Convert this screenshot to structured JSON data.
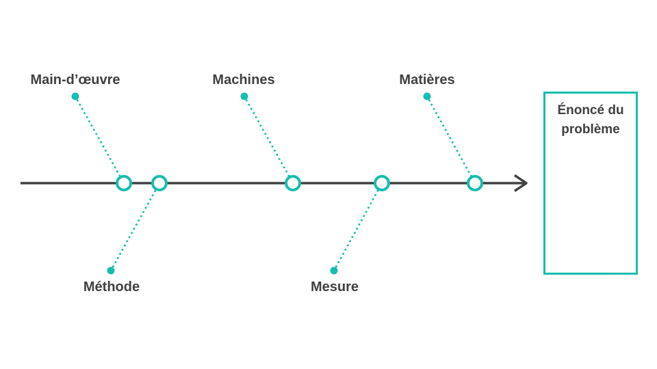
{
  "colors": {
    "accent": "#16BDAE",
    "line": "#414042",
    "text": "#404040",
    "background": "#FFFFFF"
  },
  "fishbone": {
    "type": "ishikawa-fishbone-diagram",
    "categories": [
      {
        "id": "main-doeuvre",
        "label": "Main-d’œuvre",
        "side": "top"
      },
      {
        "id": "machines",
        "label": "Machines",
        "side": "top"
      },
      {
        "id": "matieres",
        "label": "Matières",
        "side": "top"
      },
      {
        "id": "methode",
        "label": "Méthode",
        "side": "bottom"
      },
      {
        "id": "mesure",
        "label": "Mesure",
        "side": "bottom"
      }
    ],
    "problem_box": {
      "label": "Énoncé du problème"
    }
  }
}
